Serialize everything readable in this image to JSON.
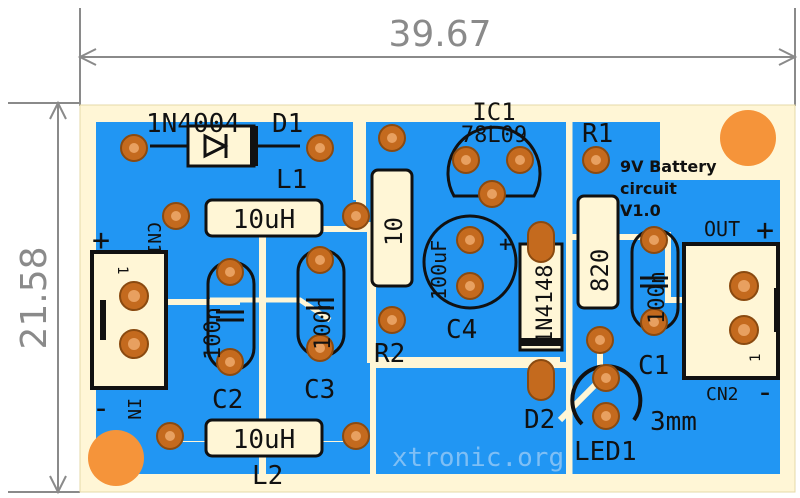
{
  "colors": {
    "board": "#fff6d6",
    "copper": "#2196f3",
    "pad": "#c46a1e",
    "mount_hole": "#f5943a",
    "silkscreen": "#111111",
    "dimension": "#8a8a8a",
    "logo": "#7fbff5"
  },
  "dimensions": {
    "width": "39.67",
    "height": "21.58"
  },
  "labels": {
    "d1_part": "1N4004",
    "d1_ref": "D1",
    "l1": "L1",
    "l1_value": "10uH",
    "l2": "L2",
    "l2_value": "10uH",
    "ic1": "IC1",
    "ic1_part": "78L09",
    "r1": "R1",
    "r1_value": "820",
    "r2": "R2",
    "r2_value": "10",
    "c1": "C1",
    "c1_value": "100n",
    "c2": "C2",
    "c2_value": "100n",
    "c3": "C3",
    "c3_value": "100n",
    "c4": "C4",
    "c4_value": "100uF",
    "d2": "D2",
    "d2_part": "1N4148",
    "led1": "LED1",
    "led_size": "3mm",
    "cn1": "CN1",
    "cn2": "CN2",
    "in": "IN",
    "out": "OUT",
    "plus_in": "+",
    "minus_in": "-",
    "plus_out": "+",
    "minus_out": "-",
    "pin1_cn1": "1",
    "pin1_cn2": "1",
    "title_line1": "9V Battery",
    "title_line2": "circuit",
    "title_line3": "V1.0",
    "logo": "xtronic.org"
  }
}
